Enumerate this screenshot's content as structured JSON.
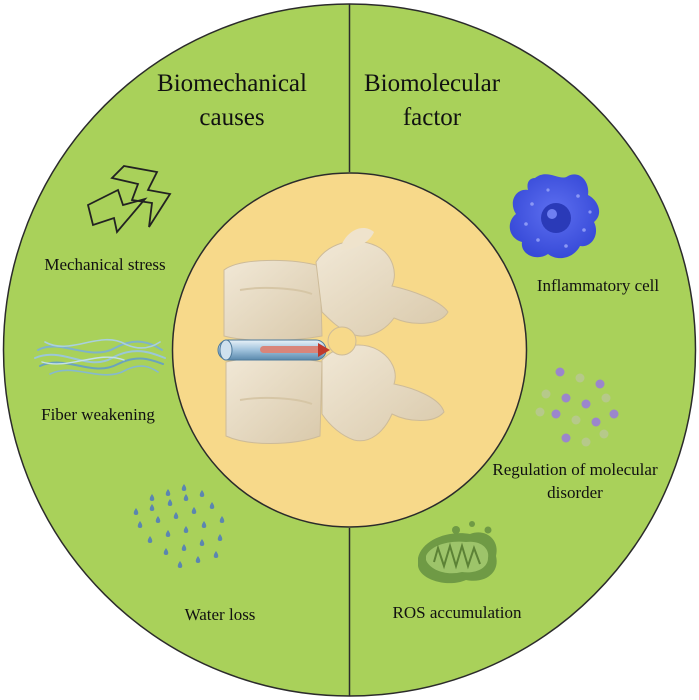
{
  "headings": {
    "left": [
      "Biomechanical",
      "causes"
    ],
    "right": [
      "Biomolecular",
      "factor"
    ]
  },
  "left_items": {
    "mechanical_stress": "Mechanical stress",
    "fiber_weakening": "Fiber weakening",
    "water_loss": "Water loss"
  },
  "right_items": {
    "inflammatory_cell": "Inflammatory cell",
    "regulation": [
      "Regulation of molecular",
      "disorder"
    ],
    "ros": "ROS accumulation"
  },
  "colors": {
    "outer_ring": "#a9d15a",
    "inner_circle": "#f7d98a",
    "outline": "#2b2b2b",
    "bone": "#e9ddc6",
    "cell": "#4a5ee8",
    "molecule_purple": "#9b86cc",
    "molecule_green": "#b6c98a",
    "water_drop": "#5b86b0",
    "mitochondria": "#6f9a45"
  },
  "icons": {
    "mechanical_stress": "lightning-bolt-outline-icon",
    "fiber_weakening": "fiber-strands-icon",
    "water_loss": "water-droplets-icon",
    "inflammatory_cell": "immune-cell-icon",
    "regulation": "molecule-dots-icon",
    "ros": "mitochondria-icon",
    "center": "spine-vertebrae-illustration"
  }
}
